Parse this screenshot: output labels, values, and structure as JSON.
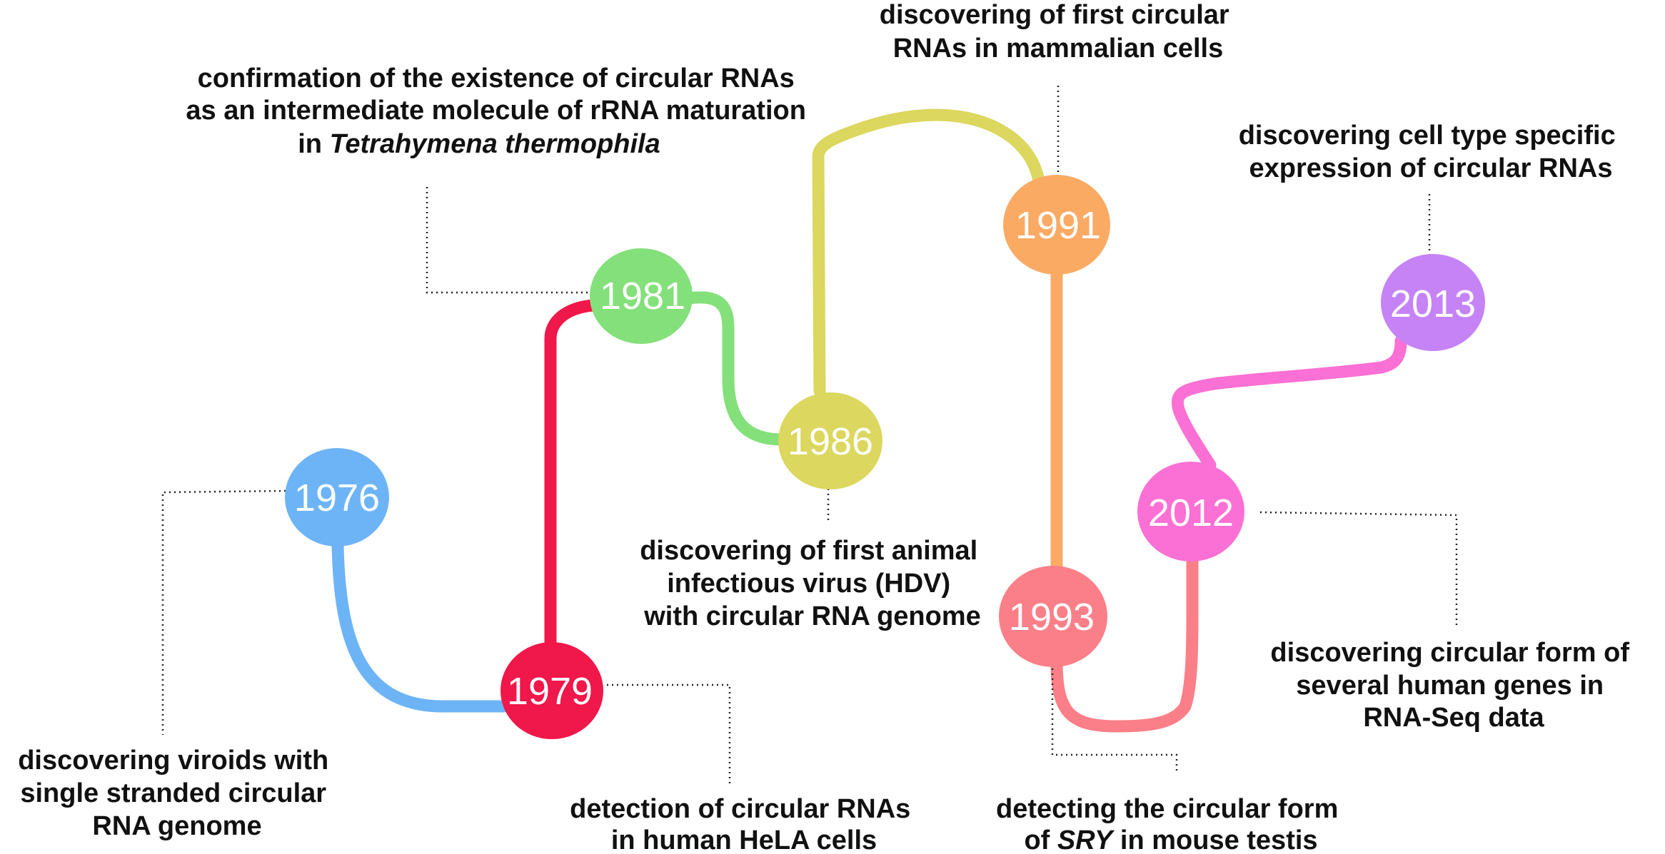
{
  "events": [
    {
      "year": "1976",
      "color": "#6db4f6",
      "lines": [
        [
          "discovering viroids with"
        ],
        [
          "single stranded circular"
        ],
        [
          "RNA genome"
        ]
      ]
    },
    {
      "year": "1979",
      "color": "#f0174a",
      "lines": [
        [
          "detection of circular RNAs"
        ],
        [
          "in human HeLA cells"
        ]
      ]
    },
    {
      "year": "1981",
      "color": "#84e07a",
      "lines": [
        [
          "confirmation of the existence of circular RNAs"
        ],
        [
          "as an intermediate molecule of rRNA maturation"
        ],
        [
          "in ",
          "Tetrahymena thermophila"
        ]
      ]
    },
    {
      "year": "1986",
      "color": "#dcd75e",
      "lines": [
        [
          "discovering of first animal"
        ],
        [
          "infectious virus (HDV)"
        ],
        [
          "with circular RNA genome"
        ]
      ]
    },
    {
      "year": "1991",
      "color": "#fbaa64",
      "lines": [
        [
          "discovering of first circular"
        ],
        [
          "RNAs in mammalian cells"
        ]
      ]
    },
    {
      "year": "1993",
      "color": "#fb7f88",
      "lines": [
        [
          "detecting the circular form"
        ],
        [
          "of ",
          "SRY",
          " in mouse testis"
        ]
      ]
    },
    {
      "year": "2012",
      "color": "#fb70d4",
      "lines": [
        [
          "discovering circular form of"
        ],
        [
          "several human genes in"
        ],
        [
          "RNA-Seq data"
        ]
      ]
    },
    {
      "year": "2013",
      "color": "#c583f6",
      "lines": [
        [
          "discovering cell type specific"
        ],
        [
          "expression of circular RNAs"
        ]
      ]
    }
  ]
}
